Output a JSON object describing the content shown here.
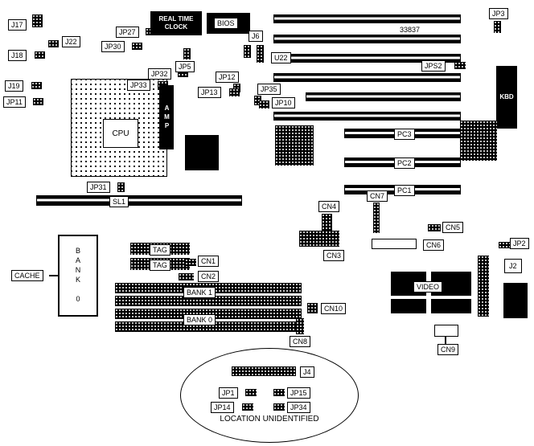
{
  "labels": {
    "j17": "J17",
    "j22": "J22",
    "j18": "J18",
    "j19": "J19",
    "jp11": "JP11",
    "jp27": "JP27",
    "jp30": "JP30",
    "rtc_line1": "REAL TIME",
    "rtc_line2": "CLOCK",
    "bios": "BIOS",
    "j6": "J6",
    "jp5": "JP5",
    "u22": "U22",
    "jp32": "JP32",
    "jp33": "JP33",
    "jp12": "JP12",
    "jp13": "JP13",
    "jp35": "JP35",
    "jp10": "JP10",
    "jp3": "JP3",
    "jps2": "JPS2",
    "kbd": "KBD",
    "cpu": "CPU",
    "amp": "AMP",
    "pc1": "PC1",
    "pc2": "PC2",
    "pc3": "PC3",
    "jp31": "JP31",
    "sl1": "SL1",
    "cn1": "CN1",
    "cn2": "CN2",
    "cn3": "CN3",
    "cn4": "CN4",
    "cn5": "CN5",
    "cn6": "CN6",
    "cn7": "CN7",
    "cn8": "CN8",
    "cn9": "CN9",
    "cn10": "CN10",
    "jp2": "JP2",
    "j2": "J2",
    "tag": "TAG",
    "cache": "CACHE",
    "cache_bank": "BANK 0",
    "bank1": "BANK 1",
    "bank0": "BANK 0",
    "video": "VIDEO",
    "j4": "J4",
    "jp1": "JP1",
    "jp15": "JP15",
    "jp14": "JP14",
    "jp34": "JP34"
  },
  "texts": {
    "board_number": "33837",
    "location_note": "LOCATION UNIDENTIFIED"
  }
}
